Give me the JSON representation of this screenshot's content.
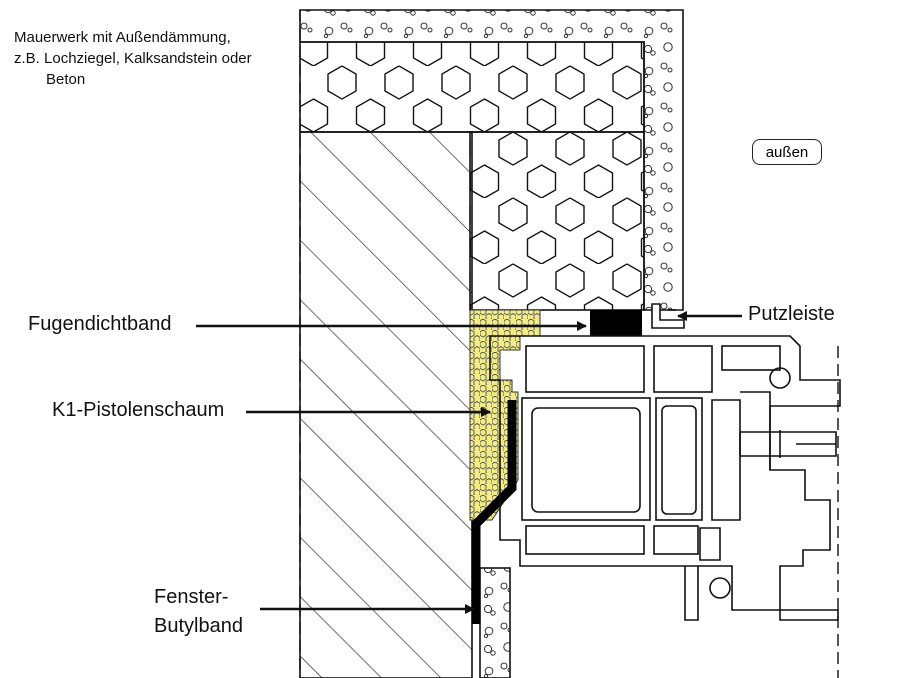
{
  "labels": {
    "heading_lines": [
      "Mauerwerk mit Außendämmung,",
      "z.B. Lochziegel, Kalksandstein oder",
      "Beton"
    ],
    "outside": "außen",
    "sealing_tape": "Fugendichtband",
    "plaster_strip": "Putzleiste",
    "foam": "K1-Pistolenschaum",
    "butyl_line1": "Fenster-",
    "butyl_line2": "Butylband"
  },
  "colors": {
    "foam_fill": "#f2ec84",
    "line": "#111111",
    "seal": "#000000"
  }
}
